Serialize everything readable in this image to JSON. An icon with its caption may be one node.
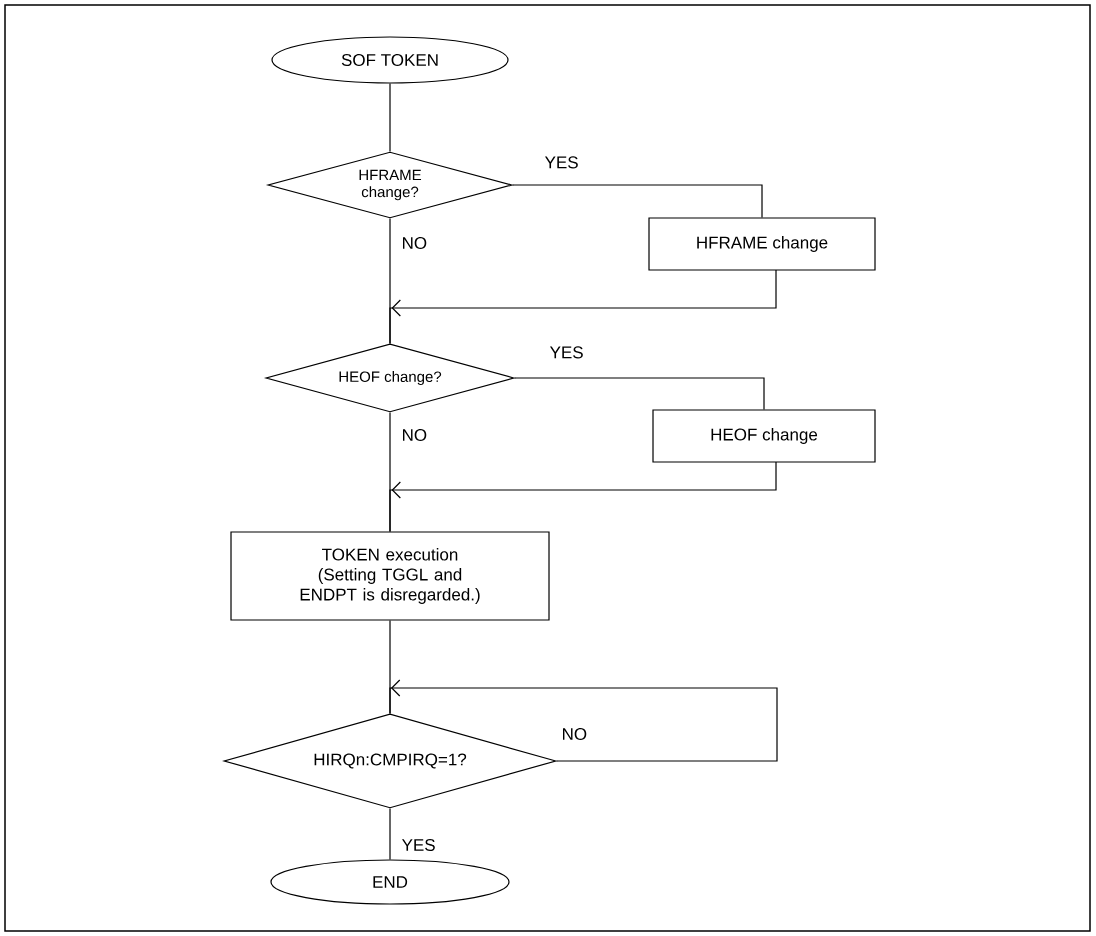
{
  "diagram": {
    "nodes": [
      {
        "text": [
          "SOF TOKEN"
        ]
      },
      {
        "text": [
          "HFRAME change?"
        ]
      },
      {
        "text": [
          "HFRAME change"
        ]
      },
      {
        "text": [
          "HEOF change?"
        ]
      },
      {
        "text": [
          "HEOF change"
        ]
      },
      {
        "text": [
          "TOKEN execution (Setting TGGL and ENDPT is disregarded.)"
        ]
      },
      {
        "text": [
          "HIRQn:CMPIRQ=1?"
        ]
      },
      {
        "text": [
          "END"
        ]
      }
    ],
    "edges": [
      {
        "from": 0,
        "to": 1,
        "arrow": "none"
      },
      {
        "from": 1,
        "to": 2,
        "arrow": "none",
        "label": "YES"
      },
      {
        "from": 1,
        "to": 3,
        "arrow": "none",
        "label": "NO"
      },
      {
        "from": 2,
        "to": 3,
        "arrow": "to"
      },
      {
        "from": 3,
        "to": 4,
        "arrow": "none",
        "label": "YES"
      },
      {
        "from": 3,
        "to": 5,
        "arrow": "none",
        "label": "NO"
      },
      {
        "from": 4,
        "to": 5,
        "arrow": "to"
      },
      {
        "from": 5,
        "to": 6,
        "arrow": "none"
      },
      {
        "from": 6,
        "to": 6,
        "arrow": "to",
        "label": "NO"
      },
      {
        "from": 6,
        "to": 7,
        "arrow": "none",
        "label": "YES"
      }
    ]
  }
}
